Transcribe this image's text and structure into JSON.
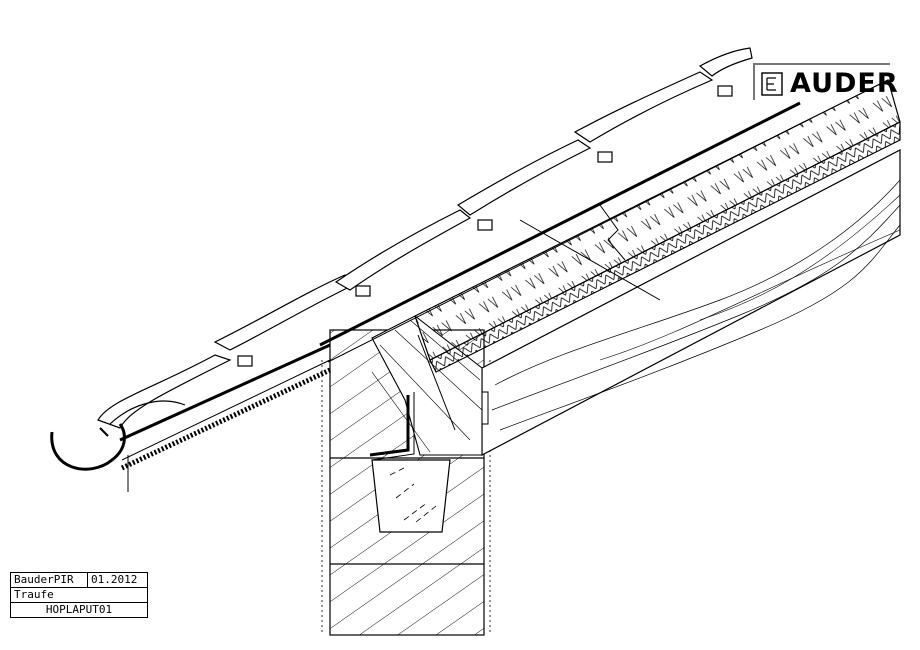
{
  "logo": {
    "text": "AUDER"
  },
  "title_block": {
    "product": "BauderPIR",
    "date": "01.2012",
    "detail": "Traufe",
    "code": "HOPLAPUT01"
  }
}
